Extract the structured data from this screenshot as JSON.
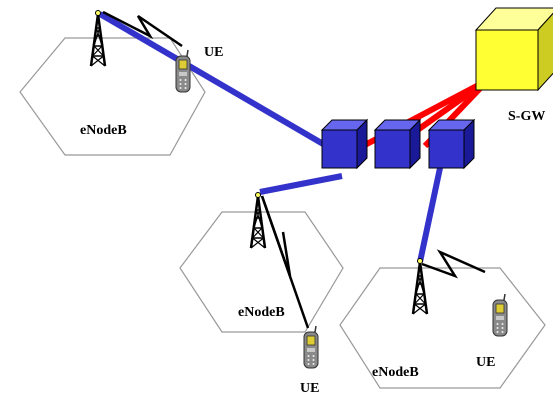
{
  "labels": {
    "gateway": "S-GW",
    "cell1_enodeb": "eNodeB",
    "cell1_ue": "UE",
    "cell2_enodeb": "eNodeB",
    "cell2_ue": "UE",
    "cell3_enodeb": "eNodeB",
    "cell3_ue": "UE"
  },
  "colors": {
    "backhaul_link": "#3333cc",
    "gateway_link": "#ff0000",
    "router_box": "#3333cc",
    "gateway_box": "#ffff33",
    "cell_outline": "#999999",
    "radio_link": "#000000"
  },
  "icons": {
    "base_station": "cell-tower-icon",
    "user_equipment": "mobile-phone-icon",
    "aggregation_node": "cube-router-icon",
    "gateway": "cube-gateway-icon"
  }
}
